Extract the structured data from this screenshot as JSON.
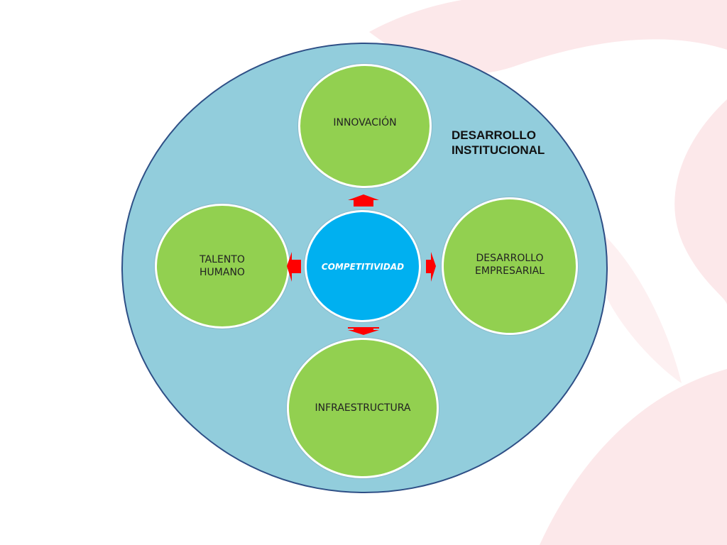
{
  "diagram": {
    "title": "DESARROLLO\nINSTITUCIONAL",
    "center": {
      "label": "COMPETITIVIDAD",
      "color": "#00b0f0"
    },
    "nodes": {
      "top": "INNOVACIÓN",
      "left": "TALENTO\nHUMANO",
      "right": "DESARROLLO\nEMPRESARIAL",
      "bottom": "INFRAESTRUCTURA"
    },
    "colors": {
      "outer_fill": "#92cddc",
      "outer_border": "#2e4f86",
      "node_fill": "#92d050",
      "arrow": "#ff0000",
      "background_decor": "#fce8ea"
    }
  }
}
